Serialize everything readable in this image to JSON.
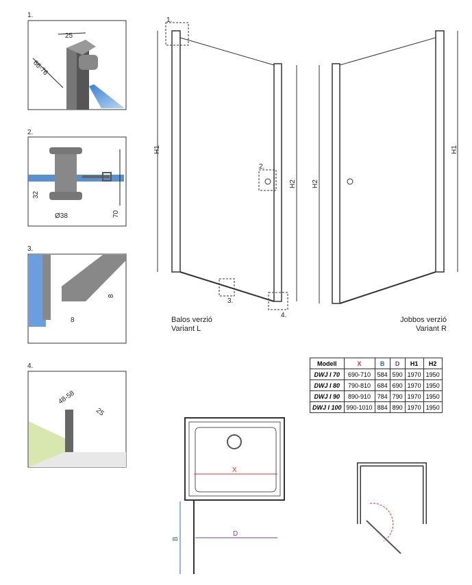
{
  "details": [
    {
      "num": "1.",
      "dims": [
        "25",
        "66-76"
      ]
    },
    {
      "num": "2.",
      "dims": [
        "32",
        "Ø38",
        "70"
      ]
    },
    {
      "num": "3.",
      "dims": [
        "8",
        "8"
      ]
    },
    {
      "num": "4.",
      "dims": [
        "48-58",
        "25"
      ]
    }
  ],
  "callouts": [
    "1.",
    "2.",
    "3.",
    "4."
  ],
  "door_dims": {
    "h1": "H1",
    "h2": "H2"
  },
  "variant_left": {
    "line1": "Balos verzió",
    "line2": "Variant L"
  },
  "variant_right": {
    "line1": "Jobbos verzió",
    "line2": "Variant R"
  },
  "plan_dims": {
    "x": "X",
    "b": "B",
    "d": "D"
  },
  "colors": {
    "x": "#d33",
    "b": "#2a6bb0",
    "d": "#7a3fa0",
    "glass": "#4a90d9"
  },
  "table": {
    "headers": [
      "Modell",
      "X",
      "B",
      "D",
      "H1",
      "H2"
    ],
    "rows": [
      [
        "DWJ I 70",
        "690-710",
        "584",
        "590",
        "1970",
        "1950"
      ],
      [
        "DWJ I 80",
        "790-810",
        "684",
        "690",
        "1970",
        "1950"
      ],
      [
        "DWJ I 90",
        "890-910",
        "784",
        "790",
        "1970",
        "1950"
      ],
      [
        "DWJ I 100",
        "990-1010",
        "884",
        "890",
        "1970",
        "1950"
      ]
    ]
  }
}
